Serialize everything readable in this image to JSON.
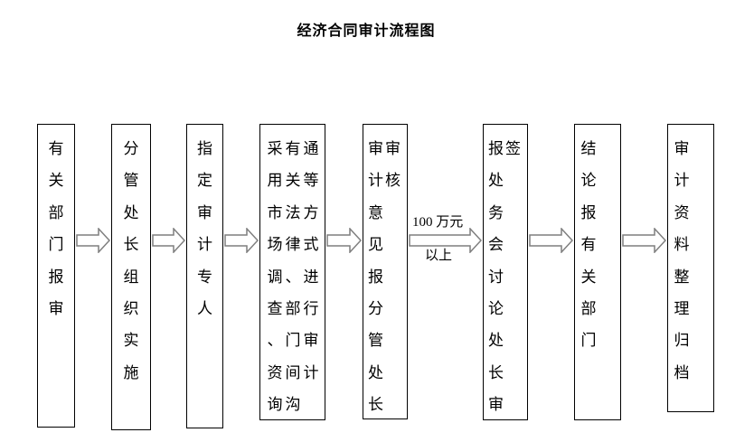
{
  "title": "经济合同审计流程图",
  "flow": {
    "full_text_reading_order": "有关部门报审 → 分管处长组织实施 → 指定审计专人 → 采用市场调查、资询有关法律、部门间沟通等方式进行审计 → 审计意见报分管处长审核 → (100 万元以上) → 报处务会讨论处长审签 → 结论报有关部门 → 审计资料整理归档",
    "boxes": [
      {
        "name": "related-depts-report",
        "columns": [
          "有关部门报审"
        ]
      },
      {
        "name": "division-chief-organize",
        "columns": [
          "分管处长组织实施"
        ]
      },
      {
        "name": "assign-auditor",
        "columns": [
          "指定审计专人"
        ]
      },
      {
        "name": "audit-methods",
        "columns": [
          "采用市场调查、资询",
          "有关法律、部门间沟",
          "通等方式进行审计"
        ]
      },
      {
        "name": "opinion-to-chief-review",
        "columns": [
          "审计意见报分管处长",
          "审核"
        ]
      },
      {
        "name": "office-meeting-sign",
        "columns": [
          "报处务会讨论处长审",
          "签"
        ]
      },
      {
        "name": "conclusion-to-depts",
        "columns": [
          "结论报有关部门"
        ]
      },
      {
        "name": "archive-materials",
        "columns": [
          "审计资料整理归档"
        ]
      }
    ],
    "condition_label": {
      "line1": "100 万元",
      "line2": "以上"
    }
  },
  "colors": {
    "background": "#ffffff",
    "box_border": "#000000",
    "text": "#000000",
    "arrow_outline": "#7f7f7f",
    "arrow_fill": "#ffffff"
  }
}
